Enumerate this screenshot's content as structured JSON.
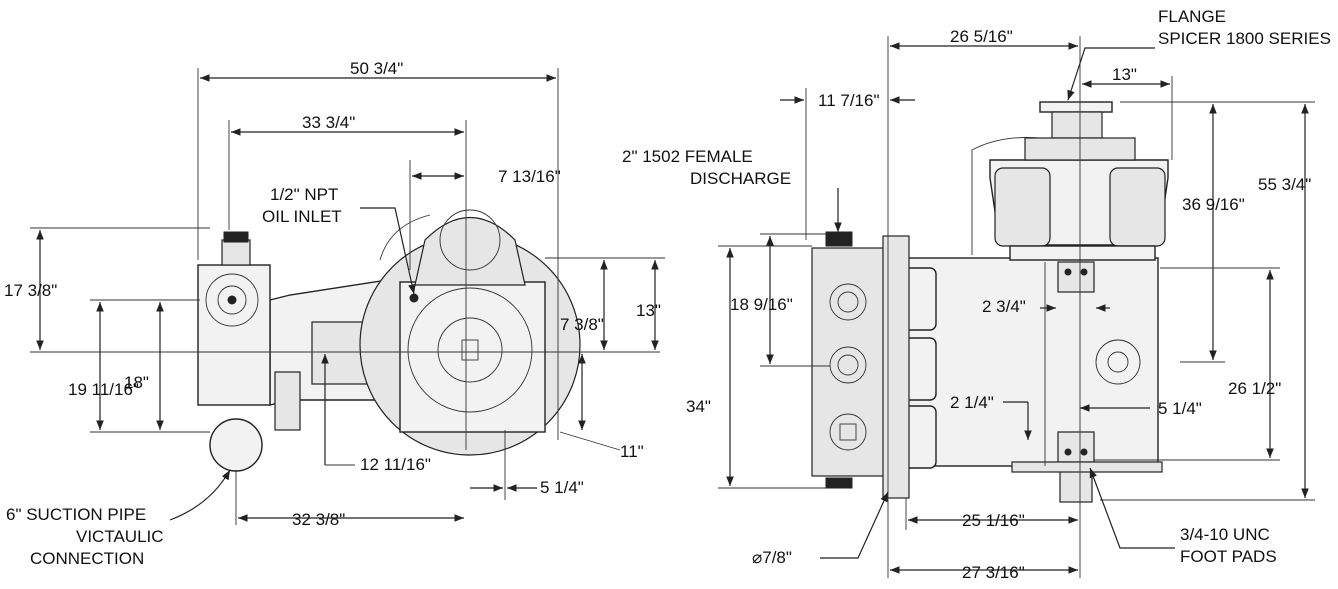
{
  "dimensions": {
    "overall_length": "50 3/4\"",
    "to_center": "33 3/4\"",
    "offset_7_13_16": "7 13/16\"",
    "h_17_3_8": "17 3/8\"",
    "h_19_11_16": "19 11/16\"",
    "h_18": "18\"",
    "h_13": "13\"",
    "h_7_3_8": "7 3/8\"",
    "h_11": "11\"",
    "w_12_11_16": "12 11/16\"",
    "w_5_1_4_left": "5 1/4\"",
    "w_32_3_8": "32 3/8\"",
    "w_26_5_16": "26 5/16\"",
    "w_11_7_16": "11 7/16\"",
    "w_13": "13\"",
    "h_36_9_16": "36 9/16\"",
    "h_55_3_4": "55 3/4\"",
    "h_18_9_16": "18 9/16\"",
    "h_34": "34\"",
    "w_2_3_4": "2 3/4\"",
    "w_2_1_4": "2 1/4\"",
    "w_5_1_4_right": "5 1/4\"",
    "h_26_1_2": "26 1/2\"",
    "w_25_1_16": "25 1/16\"",
    "w_27_3_16": "27 3/16\"",
    "dia_7_8": "⌀7/8\""
  },
  "labels": {
    "oil_inlet_line1": "1/2\" NPT",
    "oil_inlet_line2": "OIL INLET",
    "suction_line1": "6\" SUCTION PIPE",
    "suction_line2": "VICTAULIC",
    "suction_line3": "CONNECTION",
    "discharge_line1": "2\" 1502 FEMALE",
    "discharge_line2": "DISCHARGE",
    "flange_line1": "FLANGE",
    "flange_line2": "SPICER 1800 SERIES",
    "foot_line1": "3/4-10 UNC",
    "foot_line2": "FOOT PADS"
  }
}
